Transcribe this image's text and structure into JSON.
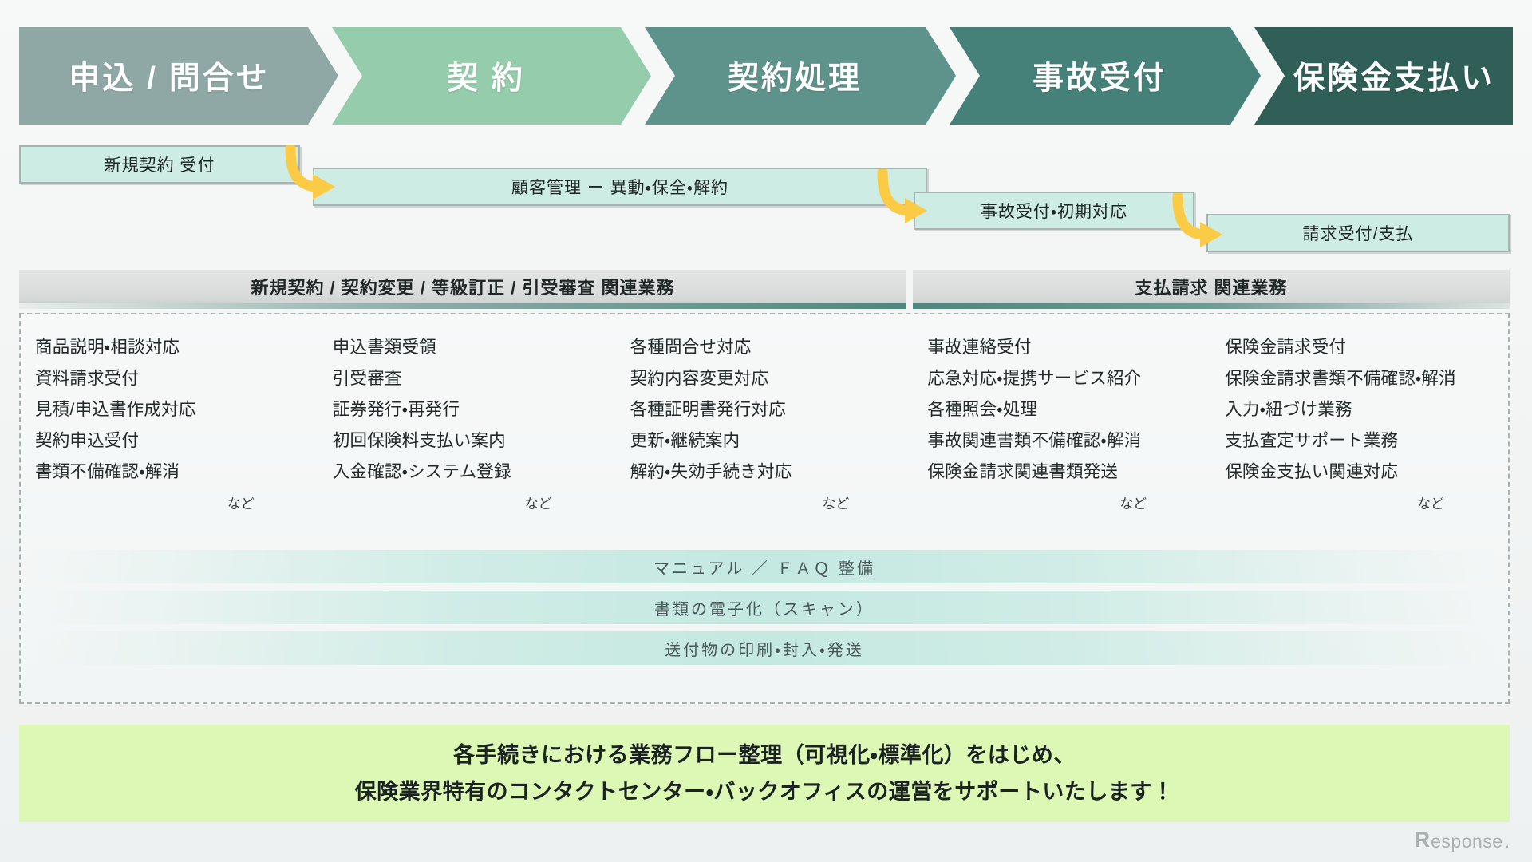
{
  "phases": [
    {
      "label": "申込 / 問合せ",
      "color": "#8fa8a6"
    },
    {
      "label": "契 約",
      "color": "#95ccac"
    },
    {
      "label": "契約処理",
      "color": "#5e938c"
    },
    {
      "label": "事故受付",
      "color": "#458079"
    },
    {
      "label": "保険金支払い",
      "color": "#2f5f57"
    }
  ],
  "steps": [
    {
      "label": "新規契約 受付"
    },
    {
      "label": "顧客管理 ー 異動・保全・解約"
    },
    {
      "label": "事故受付・初期対応"
    },
    {
      "label": "請求受付/支払"
    }
  ],
  "arrows": [
    {
      "name": "arrow-step1-to-step2"
    },
    {
      "name": "arrow-step2-to-step3"
    },
    {
      "name": "arrow-step3-to-step4"
    }
  ],
  "banners": [
    {
      "label": "新規契約 / 契約変更 / 等級訂正 / 引受審査  関連業務"
    },
    {
      "label": "支払請求  関連業務"
    }
  ],
  "task_columns": [
    {
      "items": [
        "商品説明・相談対応",
        "資料請求受付",
        "見積/申込書作成対応",
        "契約申込受付",
        "書類不備確認・解消"
      ],
      "etc": "など"
    },
    {
      "items": [
        "申込書類受領",
        "引受審査",
        "証券発行・再発行",
        "初回保険料支払い案内",
        "入金確認・システム登録"
      ],
      "etc": "など"
    },
    {
      "items": [
        "各種問合せ対応",
        "契約内容変更対応",
        "各種証明書発行対応",
        "更新・継続案内",
        "解約・失効手続き対応"
      ],
      "etc": "など"
    },
    {
      "items": [
        "事故連絡受付",
        "応急対応・提携サービス紹介",
        "各種照会・処理",
        "事故関連書類不備確認・解消",
        "保険金請求関連書類発送"
      ],
      "etc": "など"
    },
    {
      "items": [
        "保険金請求受付",
        "保険金請求書類不備確認・解消",
        "入力・紐づけ業務",
        "支払査定サポート業務",
        "保険金支払い関連対応"
      ],
      "etc": "など"
    }
  ],
  "shared_services": [
    {
      "label": "マニュアル ／ ＦＡＱ 整備"
    },
    {
      "label": "書類の電子化（スキャン）"
    },
    {
      "label": "送付物の印刷・封入・発送"
    }
  ],
  "message": {
    "line1": "各手続きにおける業務フロー整理（可視化・標準化）をはじめ、",
    "line2": "保険業界特有のコンタクトセンター・バックオフィスの運営をサポートいたします！"
  },
  "logo": {
    "mark": "R",
    "word": "esponse",
    "dot": "."
  },
  "colors": {
    "mint_box": "#cdece4",
    "arrow_yellow": "#fbcb46",
    "message_green": "#ddf7b5",
    "banner_gray": "#dcdedd"
  }
}
